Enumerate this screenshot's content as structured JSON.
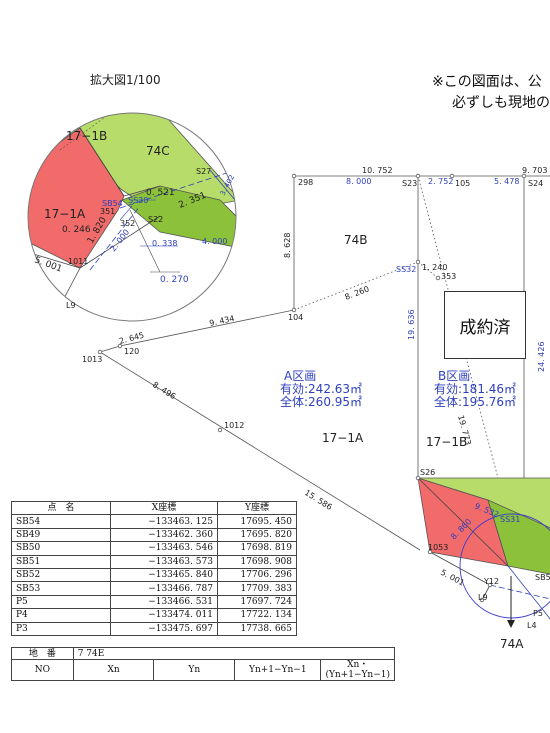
{
  "inset": {
    "title": "拡大図1/100"
  },
  "notice": {
    "line1": "※この図面は、公",
    "line2": "必ずしも現地の"
  },
  "parcels": {
    "p17_1b_inset": "17−1B",
    "p74c": "74C",
    "p17_1a_inset": "17−1A",
    "p74b": "74B",
    "p17_1a": "17−1A",
    "p17_1b": "17−1B",
    "p74a": "74A"
  },
  "sold_label": "成約済",
  "area_a": {
    "title": "A区画",
    "effective": "有効:242.63㎡",
    "total": "全体:260.95㎡"
  },
  "area_b": {
    "title": "B区画",
    "effective": "有効:181.46㎡",
    "total": "全体:195.76㎡"
  },
  "points": {
    "p298": "298",
    "s23": "S23",
    "p105": "105",
    "s24": "S24",
    "ss32": "SS32",
    "p353": "353",
    "p104": "104",
    "p120": "120",
    "p1013": "1013",
    "p1012": "1012",
    "s26": "S26",
    "ss31": "SS31",
    "p1053": "1053",
    "y12": "Y12",
    "l9": "L9",
    "p5": "P5",
    "l4": "L4",
    "sb5": "SB5",
    "i_s27": "S27",
    "i_sb54": "SB54",
    "i_ss30": "SS30",
    "i_351": "351",
    "i_352": "352",
    "i_s22": "S22",
    "i_1011": "1011",
    "i_l9": "L9"
  },
  "dims": {
    "d10752": "10. 752",
    "d9703": "9. 703",
    "d8000": "8. 000",
    "d2752": "2. 752",
    "d5478": "5. 478",
    "d8628": "8. 628",
    "d1240": "1. 240",
    "d8260": "8. 260",
    "d9434": "9. 434",
    "d2645": "2. 645",
    "d19636": "19. 636",
    "d24426": "24. 426",
    "d8496": "8. 496",
    "d19773": "19. 773",
    "d15586": "15. 586",
    "d9532": "9. 532",
    "d8860": "8. 860",
    "d5001": "5. 001",
    "i_0521": "0. 521",
    "i_2351": "2. 351",
    "i_0246": "0. 246",
    "i_1820": "1. 820",
    "i_2000": "2. 000",
    "i_0338": "0. 338",
    "i_4000": "4. 000",
    "i_0270": "0. 270",
    "i_5001": "5. 001",
    "i_3402": "3. 402"
  },
  "coord_table": {
    "headers": [
      "点　名",
      "X座標",
      "Y座標"
    ],
    "rows": [
      [
        "SB54",
        "−133463. 125",
        "17695. 450"
      ],
      [
        "SB49",
        "−133462. 360",
        "17695. 820"
      ],
      [
        "SB50",
        "−133463. 546",
        "17698. 819"
      ],
      [
        "SB51",
        "−133463. 573",
        "17698. 908"
      ],
      [
        "SB52",
        "−133465. 840",
        "17706. 296"
      ],
      [
        "SB53",
        "−133466. 787",
        "17709. 383"
      ],
      [
        "P5",
        "−133466. 531",
        "17697. 724"
      ],
      [
        "P4",
        "−133474. 011",
        "17722. 134"
      ],
      [
        "P3",
        "−133475. 697",
        "17738. 665"
      ]
    ]
  },
  "lot_table": {
    "label": "地　番",
    "value": "7 74E",
    "headers": [
      "NO",
      "Xn",
      "Yn",
      "Yn+1−Yn−1",
      "Xn・(Yn+1−Yn−1)"
    ]
  },
  "colors": {
    "red": "#f26b6b",
    "green": "#b7dc6a",
    "darkgreen": "#8cc23a",
    "blue": "#2e3fbf"
  }
}
